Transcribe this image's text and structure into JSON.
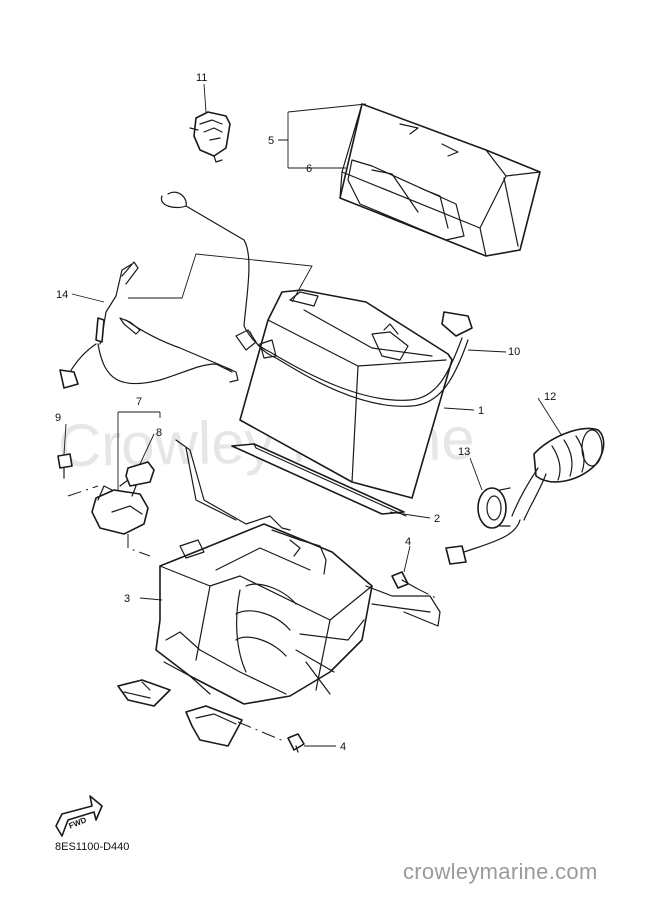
{
  "watermark": "Crowley Marine",
  "diagram_code": "8ES1100-D440",
  "website": "crowleymarine.com",
  "fwd_label": "FWD",
  "callouts": {
    "c1": "1",
    "c2": "2",
    "c3": "3",
    "c4a": "4",
    "c4b": "4",
    "c5": "5",
    "c6": "6",
    "c7": "7",
    "c8": "8",
    "c9": "9",
    "c10": "10",
    "c11": "11",
    "c12": "12",
    "c13": "13",
    "c14": "14"
  }
}
